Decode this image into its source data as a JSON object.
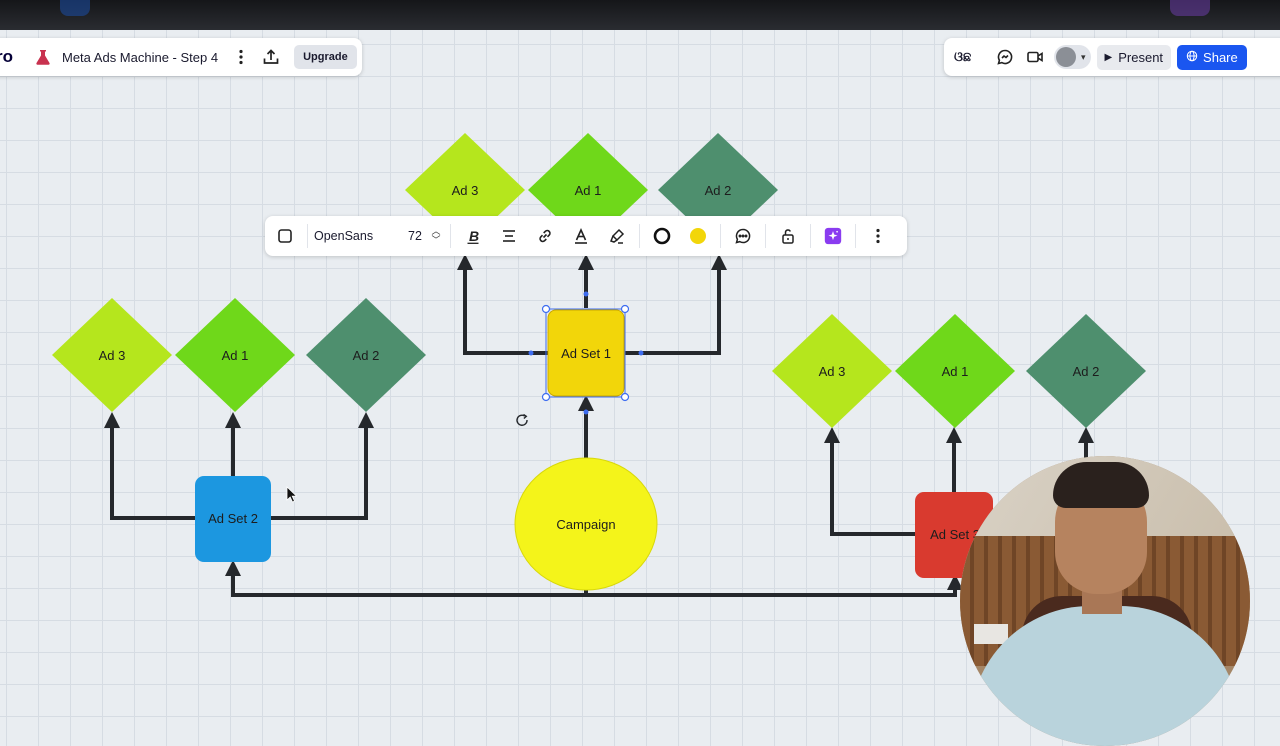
{
  "app": {
    "brand": "ro",
    "board_title": "Meta Ads Machine - Step 4",
    "upgrade_label": "Upgrade"
  },
  "right_panel": {
    "reactions_label": "ଓଛ",
    "present_label": "Present",
    "share_label": "Share"
  },
  "toolbar": {
    "font_name": "OpenSans",
    "font_size": "72",
    "fill_color": "#f2d60a"
  },
  "diagram": {
    "campaign": "Campaign",
    "ad_set_1": "Ad Set 1",
    "ad_set_2": "Ad Set 2",
    "ad_set_3": "Ad Set 3",
    "ad_1": "Ad 1",
    "ad_2": "Ad 2",
    "ad_3": "Ad 3"
  },
  "colors": {
    "lime": "#b5e61d",
    "green": "#6fd81a",
    "teal": "#4e8f6e",
    "yellow": "#f2d60a",
    "campaign_yellow": "#f4f41a",
    "blue": "#1c97e0",
    "red": "#d93a2f",
    "line": "#25282c",
    "selection": "#3d6cf0"
  }
}
